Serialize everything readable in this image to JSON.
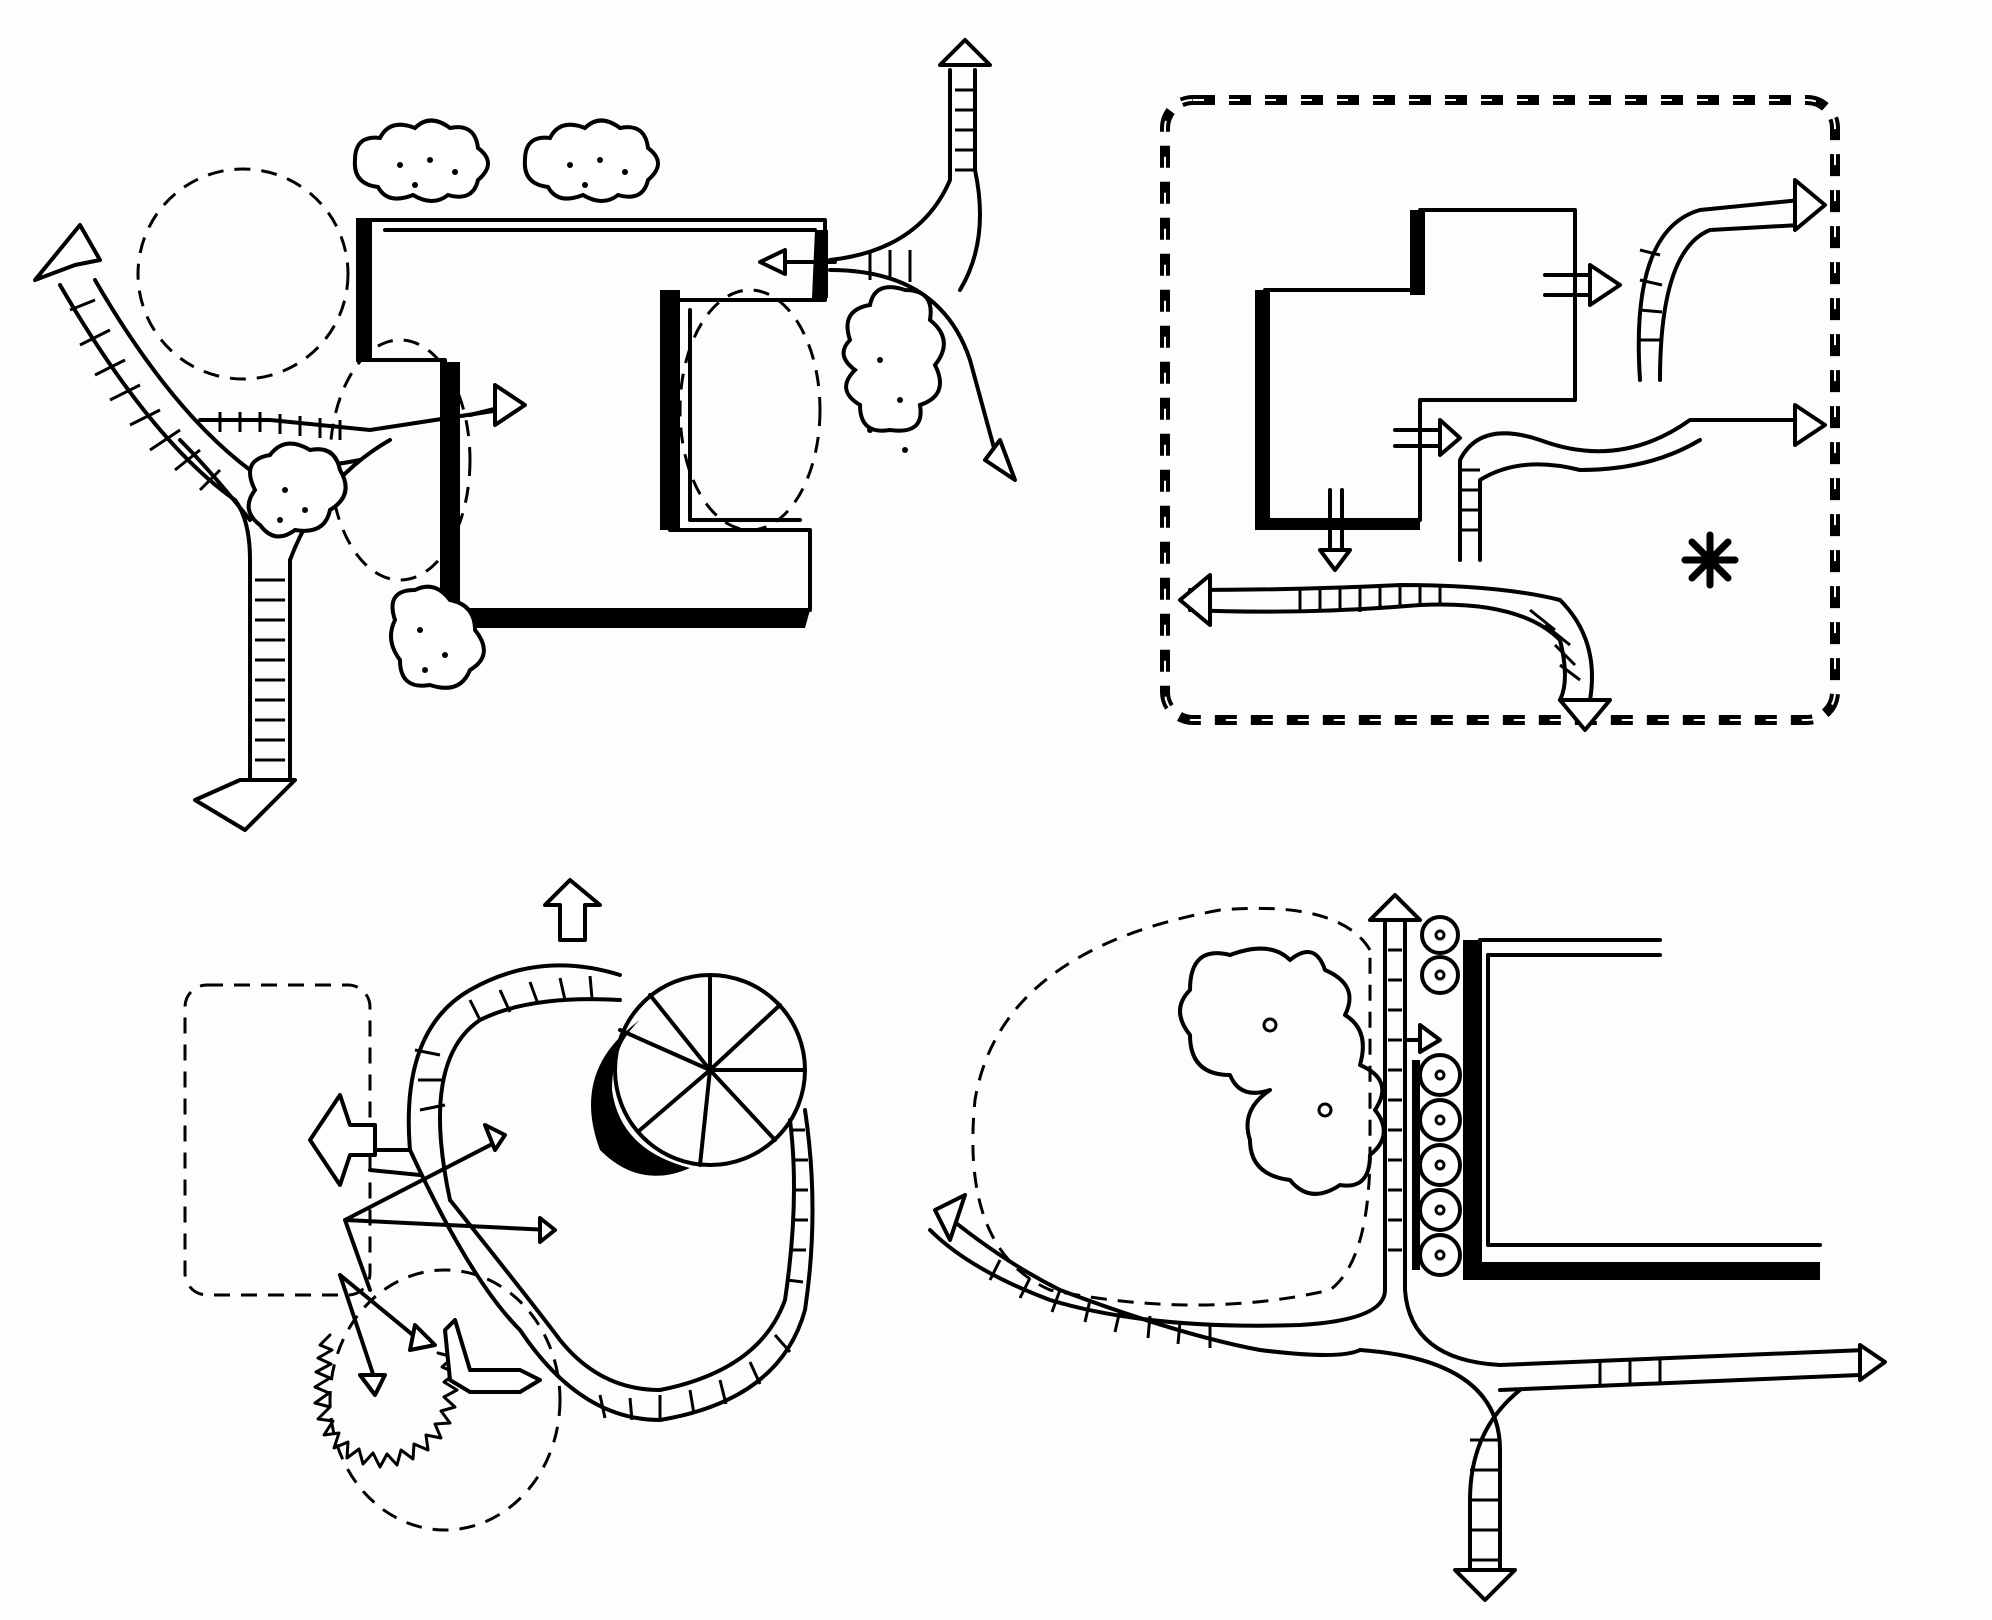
{
  "sheet": {
    "background": "#fdfdfd",
    "ink": "#000000",
    "panels": [
      {
        "id": "panel-1",
        "icons": [
          "building-l-icon",
          "activity-circle-icon",
          "path-arrow-icon",
          "shrub-icon"
        ]
      },
      {
        "id": "panel-2",
        "icons": [
          "site-boundary-icon",
          "building-cross-icon",
          "path-arrow-icon",
          "focal-point-icon"
        ]
      },
      {
        "id": "panel-3",
        "icons": [
          "zone-rectangle-icon",
          "spiral-plaza-icon",
          "sawtooth-edge-icon",
          "path-arrow-icon"
        ]
      },
      {
        "id": "panel-4",
        "icons": [
          "oval-zone-icon",
          "tree-canopy-icon",
          "building-wall-icon",
          "path-arrow-icon"
        ]
      }
    ]
  }
}
